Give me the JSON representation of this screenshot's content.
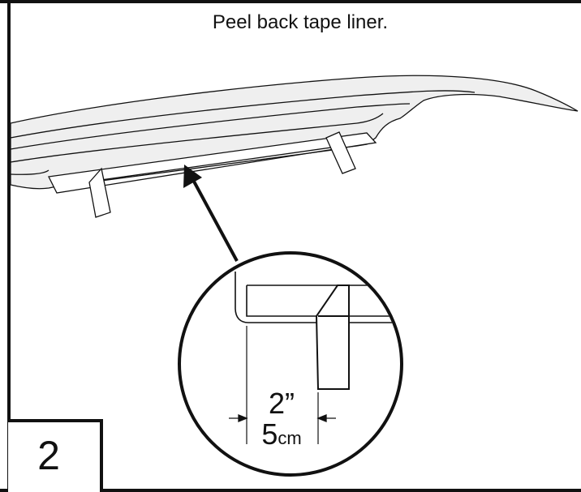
{
  "instruction": "Peel back tape liner.",
  "step_number": "2",
  "dimension": {
    "imperial": "2”",
    "metric_value": "5",
    "metric_unit": "cm"
  }
}
